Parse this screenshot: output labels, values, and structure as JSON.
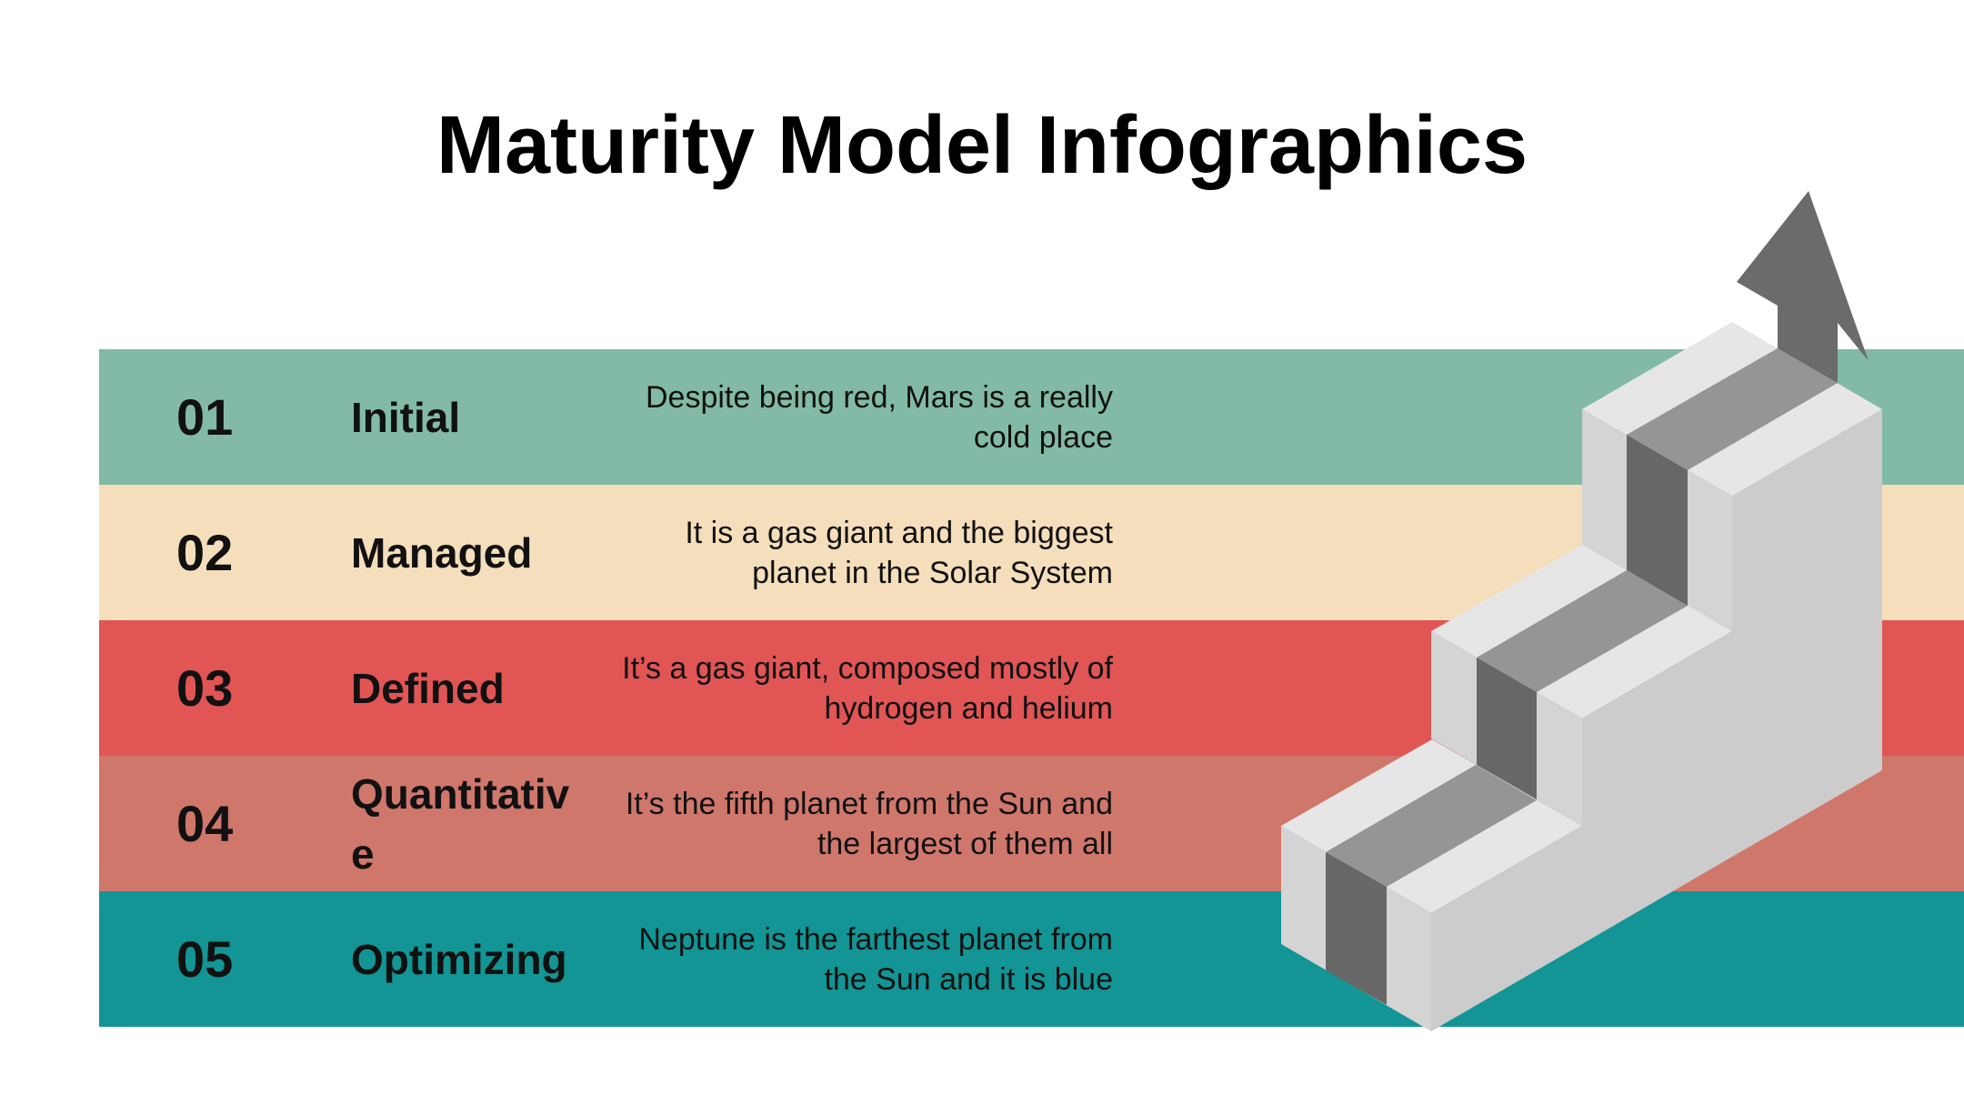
{
  "title": "Maturity Model Infographics",
  "levels": [
    {
      "number": "01",
      "name": "Initial",
      "description": "Despite being red, Mars is a really cold place",
      "color": "#82BAA6"
    },
    {
      "number": "02",
      "name": "Managed",
      "description": "It is a gas giant and the biggest planet in the Solar System",
      "color": "#F5DEBB"
    },
    {
      "number": "03",
      "name": "Defined",
      "description": "It’s a gas giant, composed mostly of hydrogen and helium",
      "color": "#E15555"
    },
    {
      "number": "04",
      "name": "Quantitative",
      "description": "It’s the fifth planet from the Sun and the largest of them all",
      "color": "#D0776C"
    },
    {
      "number": "05",
      "name": "Optimizing",
      "description": "Neptune is the farthest planet from the Sun and it is blue",
      "color": "#129594"
    }
  ],
  "stairs_colors": {
    "top": "#E6E6E6",
    "front": "#CCCCCC",
    "side": "#D4D4D4",
    "path_top": "#959595",
    "path_riser": "#676767",
    "arrow": "#6B6B6B"
  },
  "arrow_icon": "arrow-up-icon"
}
